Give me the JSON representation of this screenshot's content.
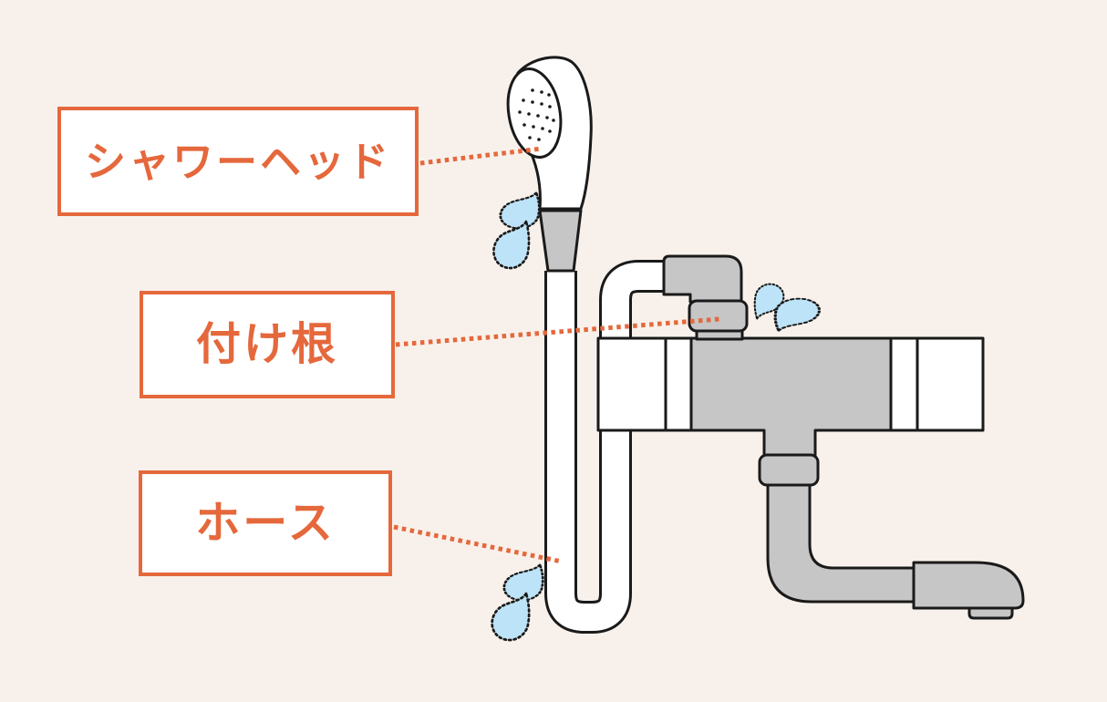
{
  "labels": {
    "shower_head": "シャワーヘッド",
    "base": "付け根",
    "hose": "ホース"
  },
  "icons": {
    "water_drop": "water-drop-icon"
  },
  "colors": {
    "background": "#F8F1EB",
    "outline": "#1A1A1A",
    "fixture_gray": "#C6C6C6",
    "water_blue": "#BDE3F8",
    "accent_orange": "#E5683C",
    "label_text": "#E5683C",
    "label_box_background": "#FFFFFF"
  }
}
